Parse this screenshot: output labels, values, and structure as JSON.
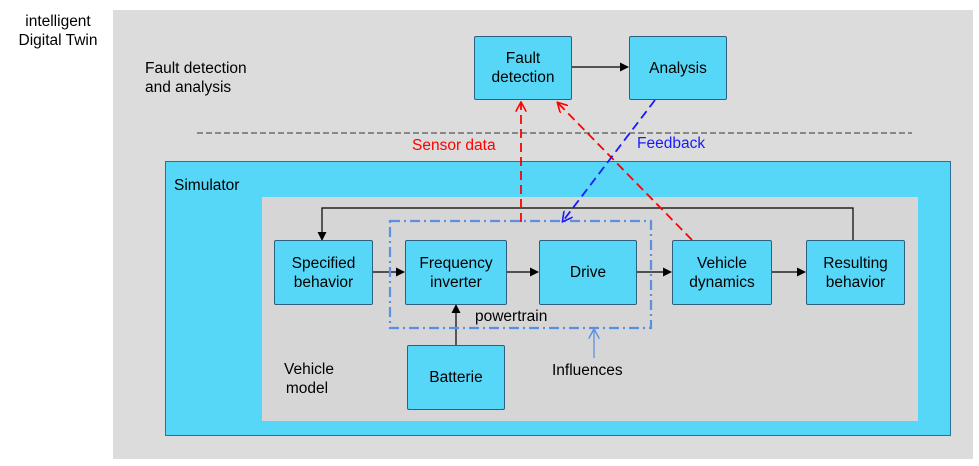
{
  "title": "intelligent\nDigital Twin",
  "fault_section_label": "Fault detection\nand analysis",
  "simulator_label": "Simulator",
  "vehicle_model_label": "Vehicle\nmodel",
  "powertrain_label": "powertrain",
  "influences_label": "Influences",
  "sensor_data_label": "Sensor data",
  "feedback_label": "Feedback",
  "boxes": {
    "fault_detection": "Fault\ndetection",
    "analysis": "Analysis",
    "specified_behavior": "Specified\nbehavior",
    "frequency_inverter": "Frequency\ninverter",
    "drive": "Drive",
    "vehicle_dynamics": "Vehicle\ndynamics",
    "resulting_behavior": "Resulting\nbehavior",
    "batterie": "Batterie"
  },
  "colors": {
    "sensor_arrow": "#ff0000",
    "feedback_arrow": "#1a1aff",
    "box_fill": "#56d7f7",
    "powertrain_border": "#5b8fe0"
  }
}
